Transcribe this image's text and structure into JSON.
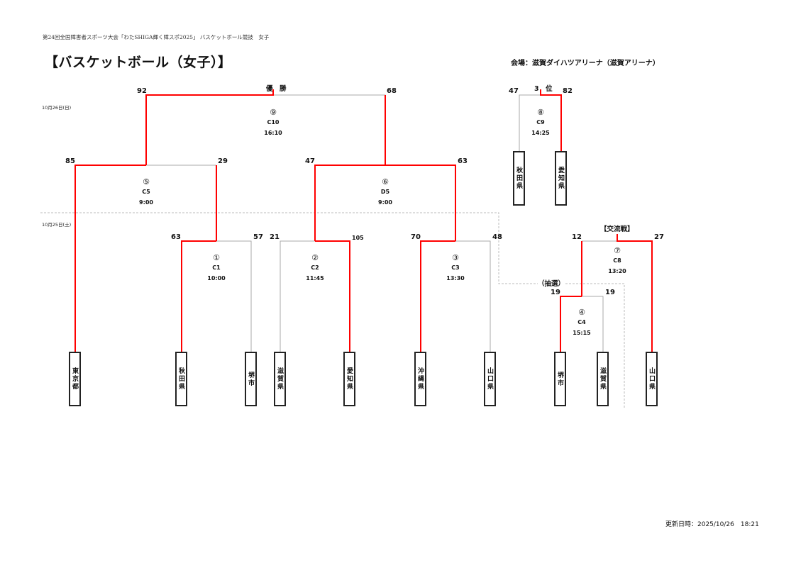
{
  "header": {
    "subtitle": "第24回全国障害者スポーツ大会「わたSHIGA輝く障スポ2025」 バスケットボール競技　女子",
    "title": "【バスケットボール（女子）】",
    "venue": "会場：滋賀ダイハツアリーナ（滋賀アリーナ）"
  },
  "dates": {
    "day2": "10月26日(日)",
    "day1": "10月25日(土)"
  },
  "labels": {
    "final": "優　勝",
    "third": "3　位",
    "exchange": "【交流戦】",
    "lottery": "（抽選）"
  },
  "colors": {
    "winner_line": "#ff0000",
    "loser_line": "#aaaaaa",
    "dashed": "#bbbbbb"
  },
  "matches": [
    {
      "id": "m1",
      "number": "①",
      "code": "C1",
      "time": "10:00",
      "score_left": "63",
      "score_right": "57"
    },
    {
      "id": "m2",
      "number": "②",
      "code": "C2",
      "time": "11:45",
      "score_left": "21",
      "score_right": "105"
    },
    {
      "id": "m3",
      "number": "③",
      "code": "C3",
      "time": "13:30",
      "score_left": "70",
      "score_right": "48"
    },
    {
      "id": "m4",
      "number": "④",
      "code": "C4",
      "time": "15:15",
      "score_left": "19",
      "score_right": "19"
    },
    {
      "id": "m5",
      "number": "⑤",
      "code": "C5",
      "time": "9:00",
      "score_left": "85",
      "score_right": "29"
    },
    {
      "id": "m6",
      "number": "⑥",
      "code": "D5",
      "time": "9:00",
      "score_left": "47",
      "score_right": "63"
    },
    {
      "id": "m7",
      "number": "⑦",
      "code": "C8",
      "time": "13:20",
      "score_left": "12",
      "score_right": "27"
    },
    {
      "id": "m8",
      "number": "⑧",
      "code": "C9",
      "time": "14:25",
      "score_left": "47",
      "score_right": "82"
    },
    {
      "id": "m9",
      "number": "⑨",
      "code": "C10",
      "time": "16:10",
      "score_left": "92",
      "score_right": "68"
    }
  ],
  "teams": [
    {
      "name": "東京都"
    },
    {
      "name": "秋田県"
    },
    {
      "name": "堺市"
    },
    {
      "name": "滋賀県"
    },
    {
      "name": "愛知県"
    },
    {
      "name": "沖縄県"
    },
    {
      "name": "山口県"
    },
    {
      "name": "堺市"
    },
    {
      "name": "滋賀県"
    },
    {
      "name": "山口県"
    },
    {
      "name": "秋田県"
    },
    {
      "name": "愛知県"
    }
  ],
  "footer": {
    "updated": "更新日時：2025/10/26　18:21"
  }
}
